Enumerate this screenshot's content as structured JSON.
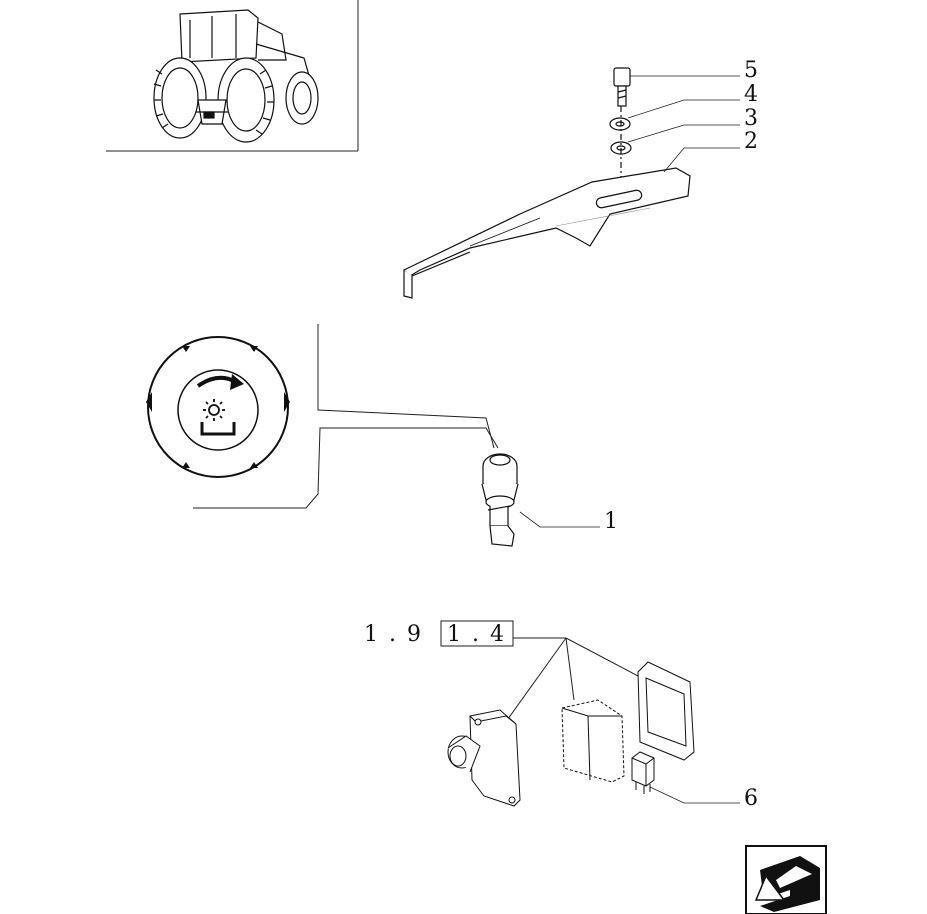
{
  "callouts": [
    {
      "number": "5"
    },
    {
      "number": "4"
    },
    {
      "number": "3"
    },
    {
      "number": "2"
    },
    {
      "number": "1"
    },
    {
      "number": "6"
    }
  ],
  "reference": {
    "prefix": "1 . 9",
    "boxed": "1 . 4"
  },
  "icons": {
    "tractor": "tractor-rear-view-icon",
    "switch_symbol": "work-light-rotary-switch-icon",
    "nav": "previous-page-arrow-icon"
  }
}
